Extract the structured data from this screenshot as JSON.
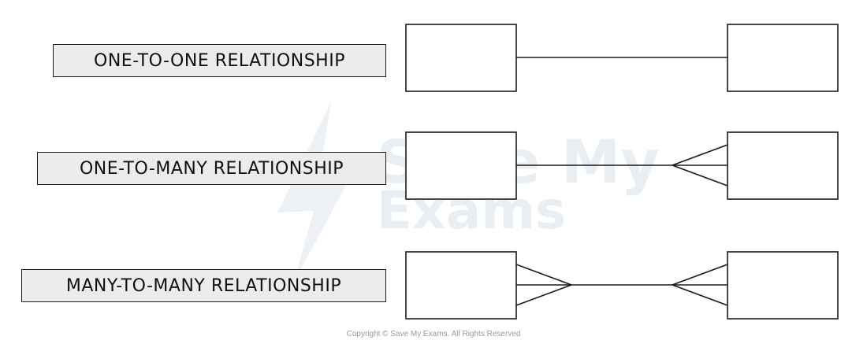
{
  "relationships": [
    {
      "label": "ONE-TO-ONE RELATIONSHIP",
      "left_end": "one",
      "right_end": "one"
    },
    {
      "label": "ONE-TO-MANY RELATIONSHIP",
      "left_end": "one",
      "right_end": "many"
    },
    {
      "label": "MANY-TO-MANY RELATIONSHIP",
      "left_end": "many",
      "right_end": "many"
    }
  ],
  "watermark": {
    "line1": "Save My",
    "line2": "Exams",
    "color": "#e9eef3"
  },
  "copyright": "Copyright © Save My Exams. All Rights Reserved",
  "colors": {
    "stroke": "#1a1a1a",
    "label_fill": "#ececec"
  }
}
